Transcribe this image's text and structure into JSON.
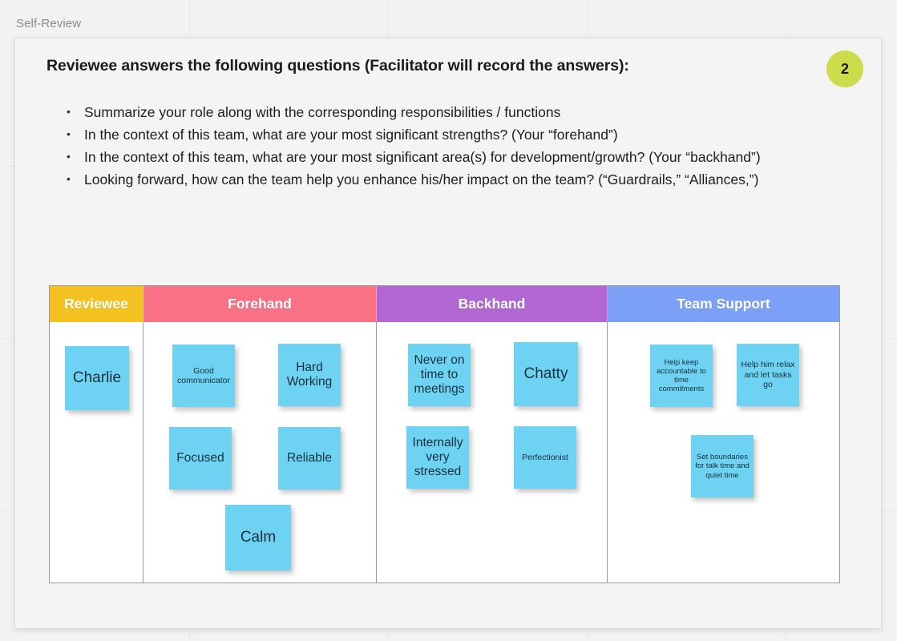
{
  "breadcrumb": "Self-Review",
  "slide": {
    "title": "Reviewee answers the following questions (Facilitator will record the answers):",
    "step_badge": "2",
    "badge_color": "#cddc4b",
    "questions": [
      "Summarize your role along with the corresponding responsibilities / functions",
      "In the context of this team, what are your most significant strengths? (Your “forehand”)",
      "In the context of this team, what are your most significant area(s) for development/growth? (Your “backhand”)",
      "Looking forward, how can the team help you enhance his/her impact on the team? (“Guardrails,” “Alliances,”)"
    ]
  },
  "board": {
    "columns": [
      {
        "label": "Reviewee",
        "color": "#f3c220"
      },
      {
        "label": "Forehand",
        "color": "#f87184"
      },
      {
        "label": "Backhand",
        "color": "#b267d4"
      },
      {
        "label": "Team Support",
        "color": "#7ba0f5"
      }
    ],
    "note_color": "#6ed3f2",
    "notes": {
      "reviewee": [
        {
          "text": "Charlie",
          "size": "lg"
        }
      ],
      "forehand": [
        {
          "text": "Good communicator",
          "size": "sm"
        },
        {
          "text": "Hard Working",
          "size": "md"
        },
        {
          "text": "Focused",
          "size": "md"
        },
        {
          "text": "Reliable",
          "size": "md"
        },
        {
          "text": "Calm",
          "size": "lg"
        }
      ],
      "backhand": [
        {
          "text": "Never on time to meetings",
          "size": "md"
        },
        {
          "text": "Chatty",
          "size": "lg"
        },
        {
          "text": "Internally very stressed",
          "size": "md"
        },
        {
          "text": "Perfectionist",
          "size": "sm"
        }
      ],
      "support": [
        {
          "text": "Help keep accountable to time commitments",
          "size": "xs"
        },
        {
          "text": "Help him relax and let tasks go",
          "size": "sm"
        },
        {
          "text": "Set boundaries for talk time and quiet time",
          "size": "xs"
        }
      ]
    }
  }
}
